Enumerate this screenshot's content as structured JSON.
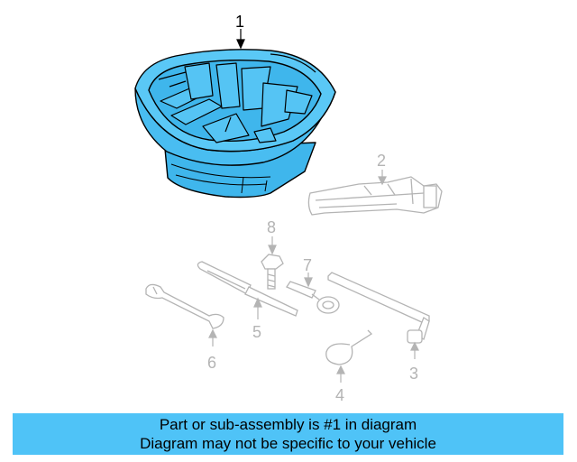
{
  "callouts": {
    "c1": "1",
    "c2": "2",
    "c3": "3",
    "c4": "4",
    "c5": "5",
    "c6": "6",
    "c7": "7",
    "c8": "8"
  },
  "banner": {
    "line1": "Part or sub-assembly is #1 in diagram",
    "line2": "Diagram may not be specific to your vehicle"
  },
  "colors": {
    "highlight": "#4fc3f7",
    "outline": "#000000",
    "dimmed": "#b4b4b4"
  }
}
